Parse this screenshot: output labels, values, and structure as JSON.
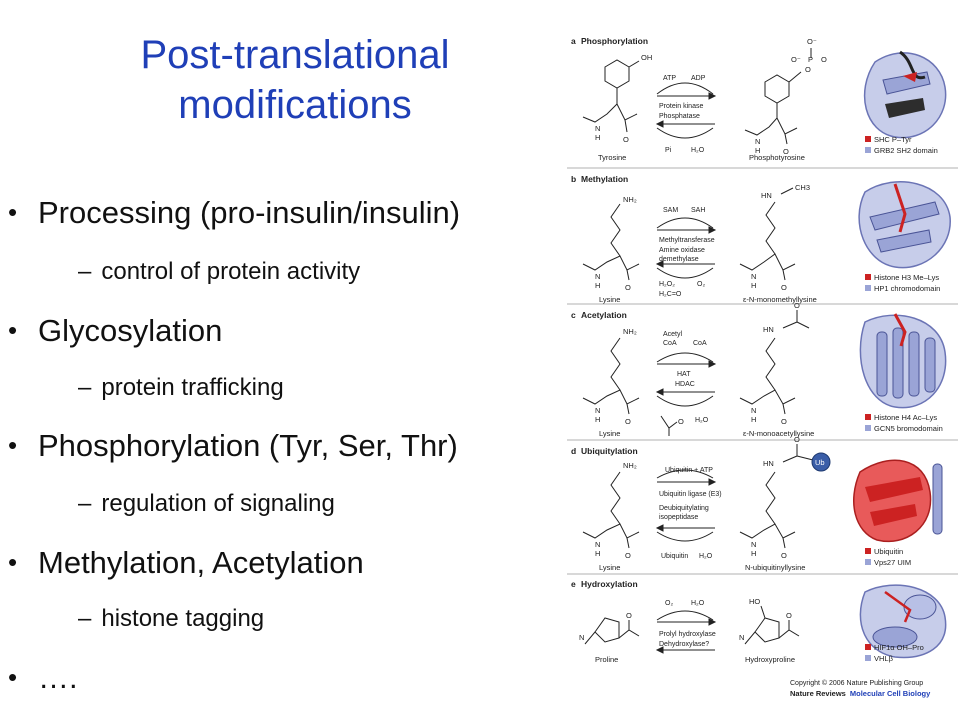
{
  "title": {
    "line1": "Post-translational",
    "line2": "modifications"
  },
  "bullets": [
    {
      "text": "Processing (pro-insulin/insulin)",
      "sub": "control of protein activity"
    },
    {
      "text": "Glycosylation",
      "sub": "protein trafficking"
    },
    {
      "text": "Phosphorylation (Tyr, Ser, Thr)",
      "sub": "regulation of signaling"
    },
    {
      "text": "Methylation, Acetylation",
      "sub": "histone tagging"
    },
    {
      "text": "….",
      "sub": ""
    }
  ],
  "colors": {
    "title": "#1f3fb7",
    "structure_red": "#cc2222",
    "structure_blue": "#9aa4d6"
  },
  "figure": {
    "panels": [
      {
        "label": "a",
        "title": "Phosphorylation",
        "substrate": "Tyrosine",
        "product": "Phosphotyrosine",
        "reagents": [
          "ATP",
          "ADP"
        ],
        "byproducts": [
          "Pi",
          "H₂O"
        ],
        "enzymes": [
          "Protein kinase",
          "Phosphatase"
        ],
        "legend": [
          "SHC P–Tyr",
          "GRB2 SH2 domain"
        ]
      },
      {
        "label": "b",
        "title": "Methylation",
        "substrate": "Lysine",
        "product": "ε-N-monomethyllysine",
        "reagents": [
          "SAM",
          "SAH"
        ],
        "byproducts": [
          "H₂O₂",
          "H₂C=O",
          "O₂"
        ],
        "enzymes": [
          "Methyltransferase",
          "Amine oxidase",
          "demethylase"
        ],
        "legend": [
          "Histone H3 Me–Lys",
          "HP1 chromodomain"
        ]
      },
      {
        "label": "c",
        "title": "Acetylation",
        "substrate": "Lysine",
        "product": "ε-N-monoacetyllysine",
        "reagents": [
          "Acetyl",
          "CoA",
          "CoA"
        ],
        "byproducts": [
          "H₂O"
        ],
        "enzymes": [
          "HAT",
          "HDAC"
        ],
        "legend": [
          "Histone H4 Ac–Lys",
          "GCN5 bromodomain"
        ]
      },
      {
        "label": "d",
        "title": "Ubiquitylation",
        "substrate": "Lysine",
        "product": "N-ubiquitinyllysine",
        "reagents": [
          "Ubiquitin + ATP"
        ],
        "byproducts": [
          "Ubiquitin",
          "H₂O"
        ],
        "enzymes": [
          "Ubiquitin ligase (E3)",
          "Deubiquitylating",
          "isopeptidase"
        ],
        "legend": [
          "Ubiquitin",
          "Vps27 UIM"
        ]
      },
      {
        "label": "e",
        "title": "Hydroxylation",
        "substrate": "Proline",
        "product": "Hydroxyproline",
        "reagents": [
          "O₂",
          "H₂O"
        ],
        "byproducts": [],
        "enzymes": [
          "Prolyl hydroxylase",
          "Dehydroxylase?"
        ],
        "legend": [
          "HIF1α OH–Pro",
          "VHLβ"
        ]
      }
    ],
    "atoms": {
      "oh": "OH",
      "nh2": "NH₂",
      "n": "N",
      "h": "H",
      "o": "O",
      "o_minus": "O⁻",
      "p": "P",
      "ho": "HO",
      "hn": "HN",
      "ch3": "CH3",
      "ub": "Ub"
    },
    "copyright": "Copyright © 2006 Nature Publishing Group",
    "journal": "Nature Reviews",
    "journal_section": "Molecular Cell Biology"
  }
}
